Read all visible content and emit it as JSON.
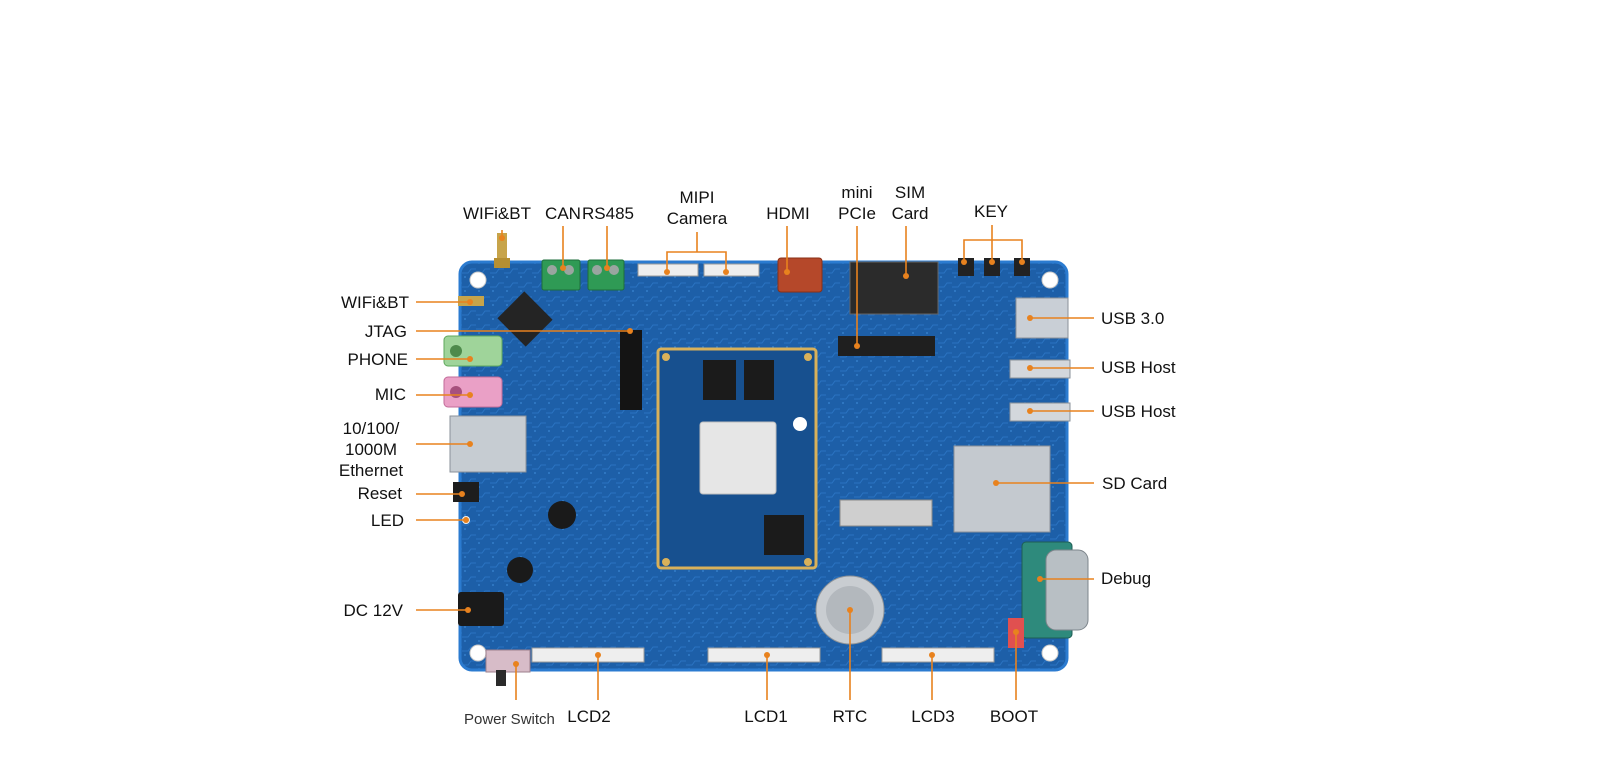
{
  "colors": {
    "board": "#1d5fa8",
    "board_edge": "#2b7bd0",
    "callout": "#e8821e",
    "gold": "#d9b15a"
  },
  "labels": {
    "left": {
      "wifi_bt": "WIFi&BT",
      "jtag": "JTAG",
      "phone": "PHONE",
      "mic": "MIC",
      "ethernet_1": "10/100/",
      "ethernet_2": "1000M",
      "ethernet_3": "Ethernet",
      "reset": "Reset",
      "led": "LED",
      "dc12v": "DC 12V"
    },
    "top": {
      "wifi_bt": "WIFi&BT",
      "can": "CAN",
      "rs485": "RS485",
      "mipi_1": "MIPI",
      "mipi_2": "Camera",
      "hdmi": "HDMI",
      "pcie_1": "mini",
      "pcie_2": "PCIe",
      "sim_1": "SIM",
      "sim_2": "Card",
      "key": "KEY"
    },
    "right": {
      "usb3": "USB 3.0",
      "usb_host_1": "USB Host",
      "usb_host_2": "USB Host",
      "sd_card": "SD Card",
      "debug": "Debug"
    },
    "bottom": {
      "power_switch": "Power Switch",
      "lcd2": "LCD2",
      "lcd1": "LCD1",
      "rtc": "RTC",
      "lcd3": "LCD3",
      "boot": "BOOT"
    }
  }
}
